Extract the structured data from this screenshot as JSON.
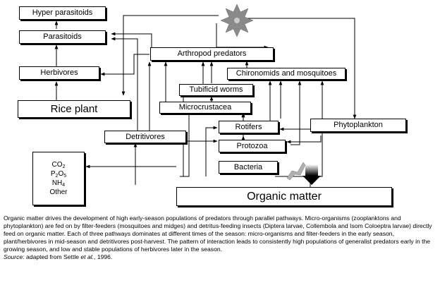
{
  "nodes": {
    "hyper_parasitoids": "Hyper parasitoids",
    "parasitoids": "Parasitoids",
    "arthropod_predators": "Arthropod predators",
    "herbivores": "Herbivores",
    "chironomids": "Chironomids and mosquitoes",
    "tubificid": "Tubificid worms",
    "rice_plant": "Rice plant",
    "microcrustacea": "Microcrustacea",
    "rotifers": "Rotifers",
    "phytoplankton": "Phytoplankton",
    "detritivores": "Detritivores",
    "protozoa": "Protozoa",
    "bacteria": "Bacteria",
    "organic_matter": "Organic matter"
  },
  "nutrients": {
    "co2": {
      "base": "CO",
      "sub": "2"
    },
    "p2o5": {
      "base1": "P",
      "sub1": "2",
      "base2": "O",
      "sub2": "5"
    },
    "nh4": {
      "base": "NH",
      "sub": "4"
    },
    "other": "Other"
  },
  "sun_icon": "sun-icon",
  "caption": {
    "main": "Organic matter drives the development of high early-season populations of predators through parallel pathways. Micro-organisms (zooplanktons and phytoplankton) are fed on by filter-feeders (mosquitoes and midges) and detritus-feeding insects (Diptera larvae, Collembola and Isom Coloeptra larvae) directly feed on organic matter. Each of three pathways dominates at different times of the season: micro-organisms and filter-feeders in the early season, plant/herbivores in mid-season and detritivores post-harvest. The pattern of interaction leads to consistently high populations of generalist predators early in the growing season, and low and stable populations of herbivores later in the season.",
    "source_label": "Source:",
    "source_prefix": " adapted from Settle ",
    "source_etal": "et al.",
    "source_suffix": ", 1996."
  }
}
